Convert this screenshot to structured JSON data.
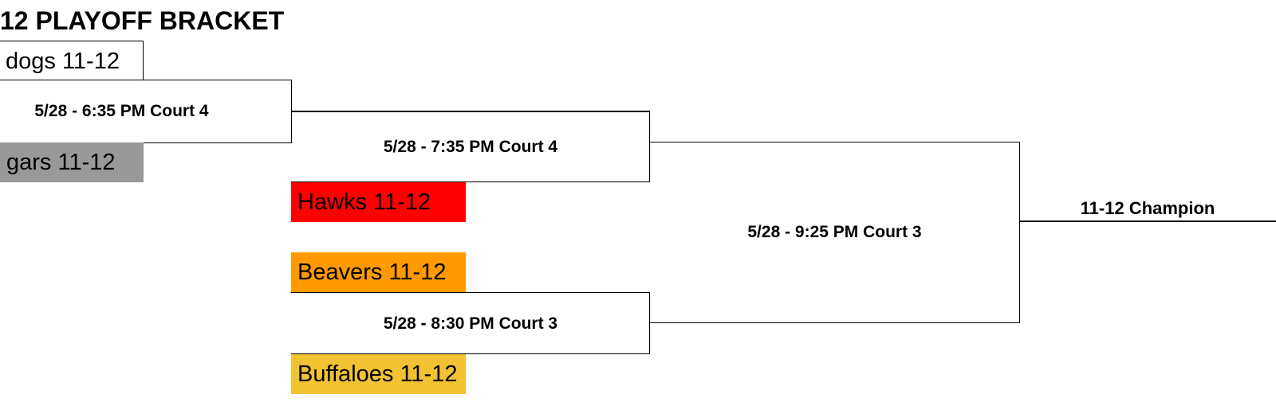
{
  "title": "12 PLAYOFF BRACKET",
  "teams": {
    "t1": {
      "name": "dogs 11-12",
      "color": "#ffffff"
    },
    "t2": {
      "name": "gars 11-12",
      "color": "#999999"
    },
    "t3": {
      "name": "Hawks 11-12",
      "color": "#ff0000"
    },
    "t4": {
      "name": "Beavers 11-12",
      "color": "#ff9900"
    },
    "t5": {
      "name": "Buffaloes 11-12",
      "color": "#f1c232"
    }
  },
  "games": {
    "g1": "5/28 - 6:35 PM Court 4",
    "g2": "5/28 - 7:35 PM Court 4",
    "g3": "5/28 - 8:30 PM Court 3",
    "g4": "5/28 - 9:25 PM Court 3"
  },
  "champion_label": "11-12 Champion"
}
